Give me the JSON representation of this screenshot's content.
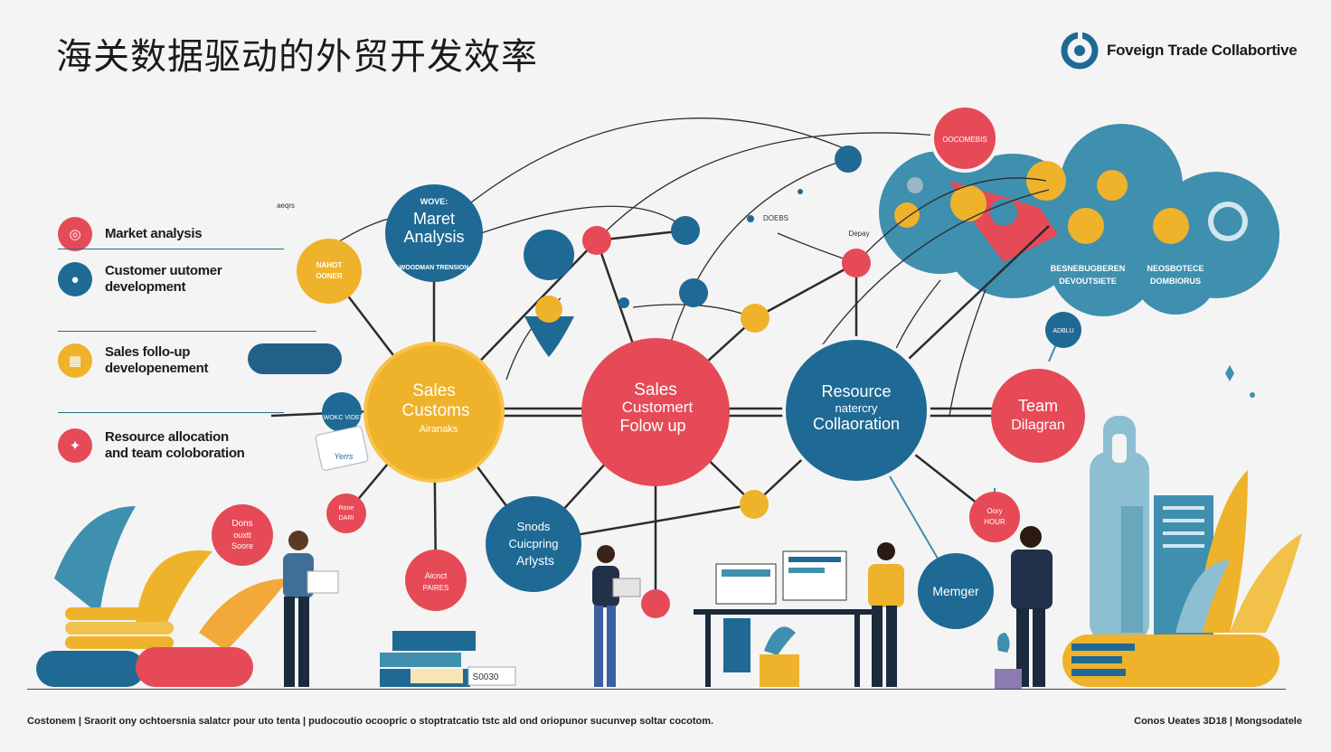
{
  "title": "海关数据驱动的外贸开发效率",
  "brand": {
    "name": "Foveign Trade Collabortive",
    "logo_icon": "ring-logo-icon"
  },
  "colors": {
    "red": "#e64a57",
    "blue": "#1f6a94",
    "yellow": "#efb22b",
    "teal": "#3f8fae",
    "line": "#2c2c2c"
  },
  "legend": [
    {
      "label": "Market analysis",
      "color": "red",
      "icon": "target-icon"
    },
    {
      "label": "Customer uutomer\ndevelopment",
      "color": "blue",
      "icon": "people-icon"
    },
    {
      "label": "Sales follo-up\ndevelopenement",
      "color": "yellow",
      "icon": "chart-icon"
    },
    {
      "label": "Resource allocation\nand team coloboration",
      "color": "red",
      "icon": "team-icon"
    }
  ],
  "nodes": {
    "market": {
      "top": "WOVE:",
      "l1": "Maret",
      "l2": "Analysis",
      "sub": "WOODMAN TRENSION"
    },
    "sales": {
      "l1": "Sales",
      "l2": "Customs",
      "sub": "Airanaks"
    },
    "followup": {
      "l1": "Sales",
      "l2": "Customert",
      "l3": "Folow up"
    },
    "resource": {
      "l1": "Resource",
      "l2": "natercry",
      "l3": "Collaoration"
    },
    "team": {
      "l1": "Team",
      "l2": "Dilagran"
    },
    "analysis": {
      "l1": "Snods",
      "l2": "Cuicpring",
      "l3": "Arlysts"
    },
    "manager": {
      "l1": "Memger"
    },
    "yellow_left": {
      "l1": "NAHOT",
      "l2": "OONER"
    },
    "red_small_left": {
      "l1": "Dons",
      "l2": "ouxtt",
      "l3": "Soore"
    },
    "red_bottom": {
      "l1": "Aicnct",
      "l2": "PAIRES"
    },
    "red_tiny": {
      "l1": "Rone",
      "l2": "DARI"
    },
    "red_right_small": {
      "l1": "Oory",
      "l2": "HOUR"
    },
    "red_top": {
      "l1": "OOCOMEBIS"
    },
    "cloud_text_1": "BESNEBUGBEREN",
    "cloud_text_2": "DEVOUTSIETE",
    "cloud_text_3": "NEOSBOTECE",
    "cloud_text_4": "DOMBIORUS"
  },
  "small_labels": {
    "s1": "aeqrs",
    "s2": "DOEBS",
    "s3": "Depay",
    "s4": "WOKC VIDES",
    "s5": "ADBLU"
  },
  "props": {
    "tag": "S0030",
    "sign": "Yerrs"
  },
  "footer": {
    "left": "Costonem | Sraorit ony ochtoersnia salatcr pour uto tenta | pudocoutio ocoopric o stoptratcatio tstc ald ond oriopunor sucunvep soltar cocotom.",
    "right": "Conos Ueates 3D18 | Mongsodatele"
  }
}
